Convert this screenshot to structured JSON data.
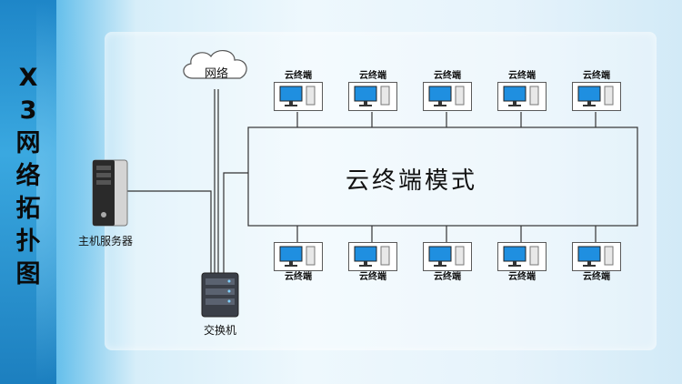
{
  "title_chars": [
    "X",
    "3",
    "网",
    "络",
    "拓",
    "扑",
    "图"
  ],
  "cloud_label": "网络",
  "central_label": "云终端模式",
  "server_label": "主机服务器",
  "switch_label": "交换机",
  "top_terminals": [
    "云终端",
    "云终端",
    "云终端",
    "云终端",
    "云终端"
  ],
  "bottom_terminals": [
    "云终端",
    "云终端",
    "云终端",
    "云终端",
    "云终端"
  ],
  "colors": {
    "accent_blue": "#2f9ad6",
    "monitor_blue": "#1f8fe0",
    "line": "#333333"
  }
}
